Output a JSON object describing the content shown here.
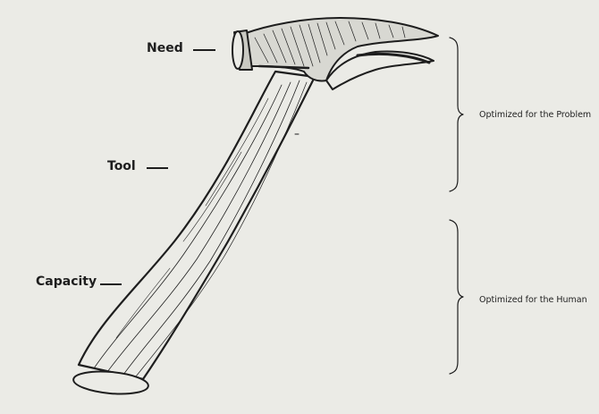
{
  "labels": {
    "need": "Need",
    "tool": "Tool",
    "capacity": "Capacity"
  },
  "brackets": {
    "problem": "Optimized for the Problem",
    "human": "Optimized for the Human"
  },
  "colors": {
    "background": "#ebebe6",
    "ink": "#1e1e1e"
  }
}
